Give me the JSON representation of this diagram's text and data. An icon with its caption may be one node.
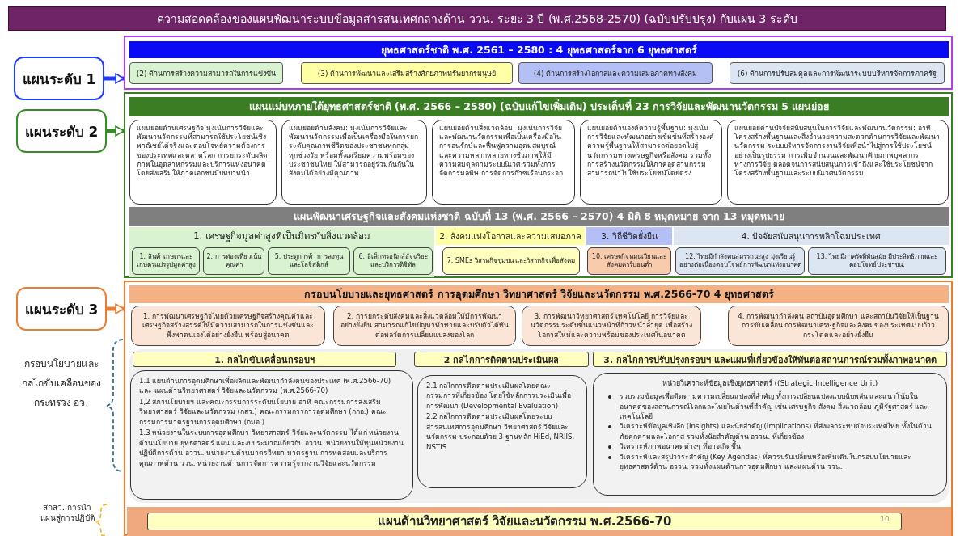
{
  "diagram": {
    "nodes": [
      {
        "text": [
          "ความสอดคล้องของแผนพัฒนาระบบข้อมูลสารสนเทศกลางด้าน ววน. ระยะ 3 ปี (พ.ศ.2568-2570) (ฉบับปรับปรุง) กับแผน 3 ระดับ"
        ]
      },
      {
        "text": [
          "แผนระดับ 1"
        ]
      },
      {
        "text": [],
        "shape": "box"
      },
      {
        "text": [
          "ยุทธศาสตร์ชาติ พ.ศ. 2561 – 2580 :  4 ยุทธศาสตร์จาก 6 ยุทธศาสตร์"
        ],
        "in": 2
      },
      {
        "text": [
          "(2) ด้านการสร้างความสามารถในการแข่งขัน"
        ],
        "in": 2
      },
      {
        "text": [
          "(3) ด้านการพัฒนาและเสริมสร้างศักยภาพทรัพยากรมนุษย์"
        ],
        "in": 2
      },
      {
        "text": [
          "(4) ด้านการสร้างโอกาสและความเสมอภาคทางสังคม"
        ],
        "in": 2
      },
      {
        "text": [
          "(6) ด้านการปรับสมดุลและการพัฒนาระบบบริหารจัดการภาครัฐ"
        ],
        "in": 2
      },
      {
        "text": [
          "แผนระดับ 2"
        ]
      },
      {
        "text": [],
        "shape": "box"
      },
      {
        "text": [
          "แผนแม่บทภายใต้ยุทธศาสตร์ชาติ (พ.ศ. 2566 – 2580) (ฉบับแก้ไขเพิ่มเติม) ประเด็นที่ 23 การวิจัยและพัฒนานวัตกรรม 5 แผนย่อย"
        ],
        "in": 9
      },
      {
        "text": [
          "แผนย่อยด้านเศรษฐกิจ:มุ่งเน้นการวิจัยและพัฒนานวัตกรรมที่สามารถใช้ประโยชน์เชิงพาณิชย์ได้จริงและตอบโจทย์ความต้องการของประเทศและตลาดโลก การยกระดับผลิตภาพในอุตสาหกรรมและบริการแห่งอนาคตโดยส่งเสริมให้ภาคเอกชนมีบทบาทนำ"
        ],
        "in": 9
      },
      {
        "text": [
          "แผนย่อยด้านสังคม: มุ่งเน้นการวิจัยและพัฒนานวัตกรรมเพื่อเป็นเครื่องมือในการยกระดับคุณภาพชีวิตของประชาชนทุกกลุ่ม ทุกช่วงวัย พร้อมทั้งเตรียมความพร้อมของประชาชนไทย ให้สามารถอยู่ร่วมกันกันในสังคมได้อย่างมีคุณภาพ"
        ],
        "in": 9
      },
      {
        "text": [
          "แผนย่อยด้านสิ่งแวดล้อม: มุ่งเน้นการวิจัยและพัฒนานวัตกรรมเพื่อเป็นเครื่องมือในการอนุรักษ์และฟื้นฟูความอุดมสมบูรณ์และความหลากหลายทางชีวภาพให้มีความสมดุลตามระบบนิเวศ รวมทั้งการจัดการมลพิษ การจัดการก๊าซเรือนกระจก"
        ],
        "in": 9
      },
      {
        "text": [
          "แผนย่อยด้านองค์ความรู้พื้นฐาน: มุ่งเน้นการวิจัยและพัฒนาอย่างเข้มข้นที่สร้างองค์ความรู้พื้นฐานให้สามารถต่อยอดไปสู่นวัตกรรมทางเศรษฐกิจหรือสังคม รวมทั้งการสร้างนวัตกรรมให้ภาคอุตสาหกรรมสามารถนำไปใช้ประโยชน์โดยตรง"
        ],
        "in": 9
      },
      {
        "text": [
          "แผนย่อยด้านปัจจัยสนับสนุนในการวิจัยและพัฒนานวัตกรรม: อาทิ โครงสร้างพื้นฐานและสิ่งอำนวยความสะดวกด้านการวิจัยและพัฒนานวัตกรรม ระบบบริหารจัดการงานวิจัยเพื่อนำไปสู่การใช้ประโยชน์อย่างเป็นรูปธรรม การเพิ่มจำนวนและพัฒนาศักยภาพบุคลากรทางการวิจัย ตลอดจนการสนับสนุนการเข้าถึงและใช้ประโยชน์จากโครงสร้างพื้นฐานและระบบนิเวศนวัตกรรม"
        ],
        "in": 9
      },
      {
        "text": [
          "แผนพัฒนาเศรษฐกิจและสังคมแห่งชาติ ฉบับที่ 13 (พ.ศ. 2566 – 2570) 4 มิติ 8 หมุดหมาย จาก 13 หมุดหมาย"
        ],
        "in": 9
      },
      {
        "text": [
          "1. เศรษฐกิจมูลค่าสูงที่เป็นมิตรกับสิ่งแวดล้อม"
        ],
        "in": 9
      },
      {
        "text": [
          "2. สังคมแห่งโอกาสและความเสมอภาค"
        ],
        "in": 9
      },
      {
        "text": [
          "3. วิถีชีวิตยั่งยืน"
        ],
        "in": 9
      },
      {
        "text": [
          "4. ปัจจัยสนับสนุนการพลิกโฉมประเทศ"
        ],
        "in": 9
      },
      {
        "text": [
          "1. สินค้าเกษตรและเกษตรแปรรูปมูลค่าสูง"
        ],
        "in": 17
      },
      {
        "text": [
          "2. การท่องเที่ยวเน้นคุณค่า"
        ],
        "in": 17
      },
      {
        "text": [
          "5. ประตูการค้า การลงทุนและโลจิสติกส์"
        ],
        "in": 17
      },
      {
        "text": [
          "6. อิเล็กทรอนิกส์อัจฉริยะและบริการดิจิทัล"
        ],
        "in": 17
      },
      {
        "text": [
          "7. SMEs วิสาหกิจชุมชน และวิสาหกิจเพื่อสังคม"
        ],
        "in": 9
      },
      {
        "text": [
          "10. เศรษฐกิจหมุนเวียนและสังคมคาร์บอนต่ำ"
        ],
        "in": 9
      },
      {
        "text": [
          "12. ไทยมีกำลังคนสมรรถนะสูง มุ่งเรียนรู้อย่างต่อเนื่องตอบโจทย์การพัฒนาแห่งอนาคต"
        ],
        "in": 9
      },
      {
        "text": [
          "13. ไทยมีภาครัฐที่ทันสมัย มีประสิทธิภาพและตอบโจทย์ประชาชน."
        ],
        "in": 9
      },
      {
        "text": [
          "แผนระดับ 3"
        ]
      },
      {
        "text": [],
        "shape": "box"
      },
      {
        "text": [
          "กรอบนโยบายและยุทธศาสตร์ การอุดมศึกษา วิทยาศาสตร์ วิจัยและนวัตกรรม พ.ศ.2566-70  4 ยุทธศาสตร์"
        ],
        "in": 30
      },
      {
        "text": [
          "1. การพัฒนาเศรษฐกิจไทยด้วยเศรษฐกิจสร้างคุณค่าและเศรษฐกิจสร้างสรรค์ให้มีความสามารถในการแข่งขันและพึ่งพาตนเองได้อย่างยั่งยืน พร้อมสู่อนาคต"
        ],
        "in": 30
      },
      {
        "text": [
          "2. การยกระดับสังคมและสิ่งแวดล้อมให้มีการพัฒนาอย่างยั่งยืน สามารถแก้ไขปัญหาท้าทายและปรับตัวได้ทันต่อพลวัตการเปลี่ยนแปลงของโลก"
        ],
        "in": 30
      },
      {
        "text": [
          "3. การพัฒนาวิทยาศาสตร์ เทคโนโลยี การวิจัยและนวัตกรรมระดับขั้นแนวหน้าที่ก้าวหน้าล้ำยุค เพื่อสร้างโอกาสใหม่และความพร้อมของประเทศในอนาคต"
        ],
        "in": 30
      },
      {
        "text": [
          "4. การพัฒนากำลังคน สถาบันอุดมศึกษา และสถาบันวิจัยให้เป็นฐานการขับเคลื่อน การพัฒนาเศรษฐกิจและสังคมของประเทศแบบก้าวกระโดดและอย่างยั่งยืน"
        ],
        "in": 30
      },
      {
        "text": [],
        "shape": "box",
        "in": 30
      },
      {
        "text": [
          "1. กลไกขับเคลื่อนกรอบฯ"
        ],
        "in": 36
      },
      {
        "text": [
          "2 กลไกการติดตามประเมินผล"
        ],
        "in": 36
      },
      {
        "text": [
          "3.  กลไกการปรับปรุงกรอบฯ  และแผนที่เกี่ยวข้องให้ทันต่อสถานการณ์รวมทั้งภาพอนาคต"
        ],
        "in": 36
      },
      {
        "text": [
          "1.1 แผนด้านการอุดมศึกษาเพื่อผลิตและพัฒนากำลังคนของประเทศ (พ.ศ.2566-70) และ แผนด้านวิทยาศาสตร์ วิจัยและนวัตกรรม (พ.ศ.2566-70)",
          "1,2 สภานโยบายฯ และคณะกรรมการระดับนโยบาย อาทิ คณะกรรมการส่งเสริมวิทยาศาสตร์ วิจัยและนวัตกรรม (กสว.) คณะกรรมการการอุดมศึกษา (กกอ.) คณะกรรมการมาตรฐานการอุดมศึกษา (กมอ.)",
          "1.3 หน่วยงานในระบบการอุดมศึกษา วิทยาศาสตร์ วิจัยและนวัตกรรม ได้แก่ หน่วยงานด้านนโยบาย ยุทธศาสตร์ แผน และงบประมาณเกี่ยวกับ อววน. หน่วยงานให้ทุนหน่วยงานปฏิบัติการด้าน อววน. หน่วยงานด้านมาตรวิทยา มาตรฐาน การทดสอบและบริการคุณภาพด้าน ววน. หน่วยงานด้านการจัดการความรู้จากงานวิจัยและนวัตกรรม"
        ],
        "in": 36
      },
      {
        "text": [
          "2.1 กลไกการติดตามประเมินผลโดยคณะกรรมการที่เกี่ยวข้อง โดยใช้หลักการประเมินเพื่อการพัฒนา (Developmental Evaluation)",
          "2.2 กลไกการติดตามประเมินผลโดยระบบสารสนเทศการอุดมศึกษา วิทยาศาสตร์ วิจัยและนวัตกรรม ประกอบด้วย 3 ฐานหลัก HiEd, NRIIS, NSTIS"
        ],
        "in": 36
      },
      {
        "text": [
          "หน่วยวิเคราะห์ข้อมูลเชิงยุทธศาสตร์ ((Strategic Intelligence Unit)",
          "รวบรวมข้อมูลเพื่อติดตามความเปลี่ยนแปลงที่สำคัญ ทั้งการเปลี่ยนแปลงแบบฉับพลัน และแนวโน้มในอนาคตของสถานการณ์โลกและไทยในด้านที่สำคัญ เช่น เศรษฐกิจ สังคม สิ่งแวดล้อม ภูมิรัฐศาสตร์ และเทคโนโลยี",
          "วิเคราะห์ข้อมูลเชิงลึก (Insights) และนัยสำคัญ (Implications) ที่ส่งผลกระทบต่อประเทศไทย ทั้งในด้านภัยคุกคามและโอกาส รวมทั้งนัยสำคัญด้าน อววน. ที่เกี่ยวข้อง",
          "วิเคราะห์ภาพอนาคตต่างๆ ที่อาจเกิดขึ้น",
          "วิเคราะห์และสรุปวาระสำคัญ (Key Agendas) ที่ควรปรับเปลี่ยนหรือเพิ่มเติมในกรอบนโยบายและยุทธศาสตร์ด้าน อววน. รวมทั้งแผนด้านการอุดมศึกษา และแผนด้าน ววน."
        ],
        "in": 36
      },
      {
        "text": [],
        "shape": "bar",
        "in": 30
      },
      {
        "text": [
          "แผนด้านวิทยาศาสตร์ วิจัยและนวัตกรรม พ.ศ.2566-70"
        ],
        "in": 43
      }
    ],
    "edges": [
      {
        "from": 1,
        "to": 2,
        "arrow": "to",
        "color": "#1f3cff"
      },
      {
        "from": 8,
        "to": 9,
        "arrow": "to",
        "color": "#3a8a2a"
      },
      {
        "from": 29,
        "to": 30,
        "arrow": "to",
        "color": "#ed7d31"
      }
    ],
    "labels": [
      "กรอบนโยบายและกลไกขับเคลื่อนของกระทรวง อว.",
      "สกสว. การนำแผนสู่การปฏิบัติ",
      "10"
    ]
  }
}
